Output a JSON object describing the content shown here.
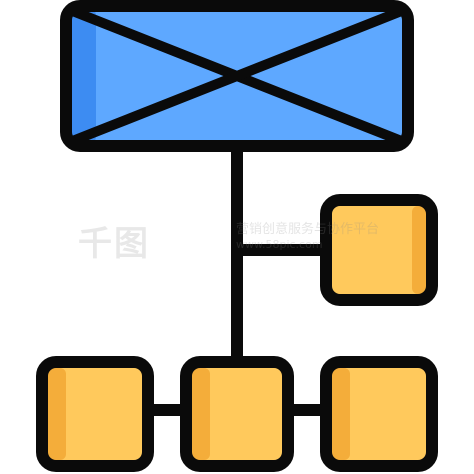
{
  "icon": {
    "name": "hierarchy-structure-icon",
    "colors": {
      "outline": "#0a0a0a",
      "header_fill": "#5ea8ff",
      "header_shade": "#3d8cf2",
      "node_fill": "#ffc95c",
      "node_shade": "#f4ad3a"
    }
  },
  "watermark": {
    "logo_text": "千图",
    "line1": "营销创意服务与协作平台",
    "line2": "www.58pic.com"
  }
}
